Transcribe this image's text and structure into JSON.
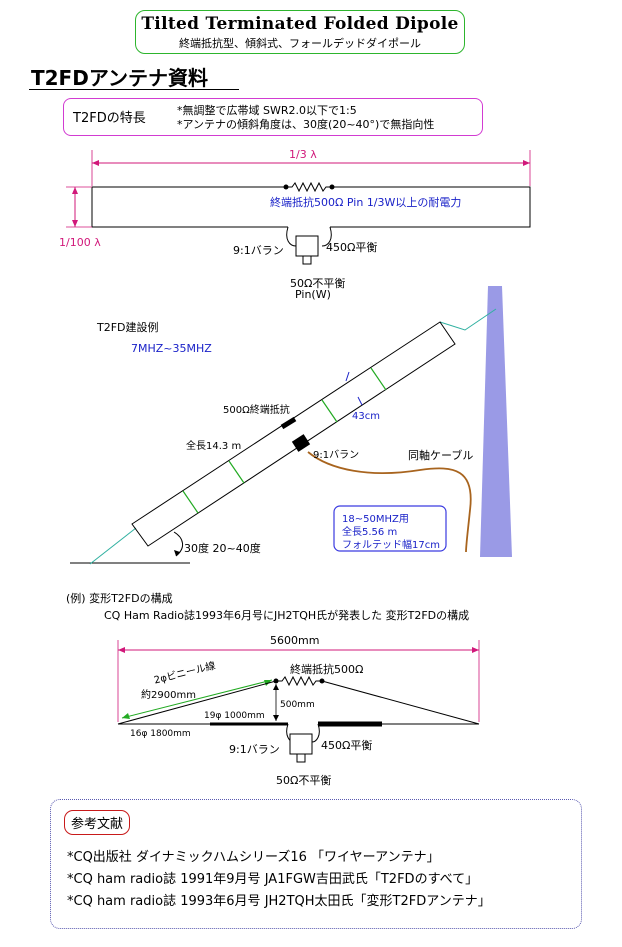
{
  "title": {
    "main": "Tilted Terminated Folded Dipole",
    "sub": "終端抵抗型、傾斜式、フォールデッドダイポール"
  },
  "heading": "T2FDアンテナ資料",
  "features": {
    "label": "T2FDの特長",
    "line1": "*無調整で広帯域  SWR2.0以下で1:5",
    "line2": "*アンテナの傾斜角度は、30度(20~40°)で無指向性"
  },
  "diagram1": {
    "length_label": "1/3 λ",
    "width_label": "1/100 λ",
    "resistor_label": "終端抵抗500Ω   Pin 1/3W以上の耐電力",
    "balun_label": "9:1バラン",
    "balanced_label": "450Ω平衡",
    "unbalanced_label": "50Ω不平衡",
    "pin_label": "Pin(W)"
  },
  "diagram2": {
    "title": "T2FD建設例",
    "band": "7MHZ~35MHZ",
    "resistor_label": "500Ω終端抵抗",
    "spacing_label": "43cm",
    "total_length": "全長14.3 m",
    "balun_label": "9:1バラン",
    "coax_label": "同軸ケーブル",
    "angle_label": "30度   20~40度",
    "note": [
      "18~50MHZ用",
      "全長5.56 m",
      "フォルテッド幅17cm"
    ]
  },
  "diagram3": {
    "example_title": "(例) 変形T2FDの構成",
    "source_line": "CQ Ham Radio誌1993年6月号にJH2TQH氏が発表した  変形T2FDの構成",
    "total_length": "5600mm",
    "vinyl_wire": "2φビニール線",
    "vinyl_length": "約2900mm",
    "resistor_label": "終端抵抗500Ω",
    "drop_length": "500mm",
    "pipe19": "19φ 1000mm",
    "pipe16": "16φ  1800mm",
    "balun_label": "9:1バラン",
    "balanced_label": "450Ω平衡",
    "unbalanced_label": "50Ω不平衡"
  },
  "references": {
    "title": "参考文献",
    "items": [
      "*CQ出版社  ダイナミックハムシリーズ16 「ワイヤーアンテナ」",
      "*CQ ham radio誌 1991年9月号  JA1FGW吉田武氏「T2FDのすべて」",
      "*CQ ham radio誌  1993年6月号  JH2TQH太田氏「変形T2FDアンテナ」"
    ]
  },
  "colors": {
    "title_border": "#2db52d",
    "feature_border": "#d23bd2",
    "dimension": "#d1187a",
    "tower": "#8080d8",
    "wire": "#2fb0a0",
    "spacer": "#22aa22",
    "coax": "#a8641e",
    "note_border": "#3a3ae0",
    "ref_border": "#c81a1a"
  }
}
